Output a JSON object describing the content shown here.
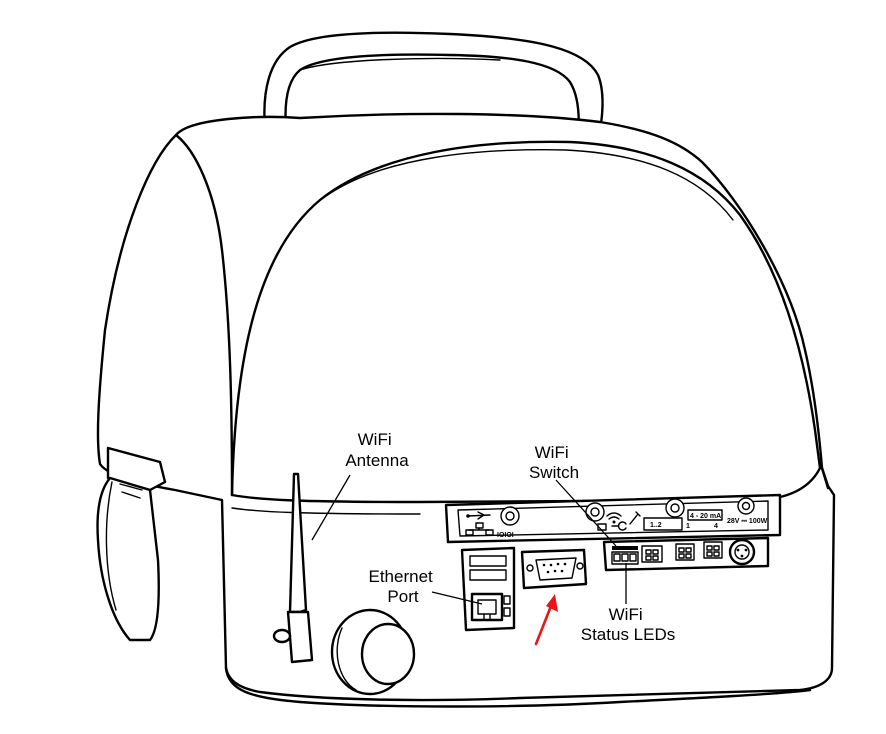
{
  "labels": {
    "wifi_antenna": [
      "WiFi",
      "Antenna"
    ],
    "wifi_switch": [
      "WiFi",
      "Switch"
    ],
    "ethernet_port": [
      "Ethernet",
      "Port"
    ],
    "wifi_status_leds": [
      "WiFi",
      "Status LEDs"
    ]
  },
  "panel_markings": {
    "serial": "IOIOI",
    "current_range": "4 - 20 mA",
    "channels": "1..2",
    "ch_1": "1",
    "ch_4": "4",
    "power": "28V ⎓ 100W"
  },
  "colors": {
    "line": "#000000",
    "background": "#ffffff",
    "arrow": "#e8161b"
  },
  "icons": [
    "usb-icon",
    "network-icon",
    "wifi-icon",
    "wrench-icon",
    "arrow-icon"
  ]
}
